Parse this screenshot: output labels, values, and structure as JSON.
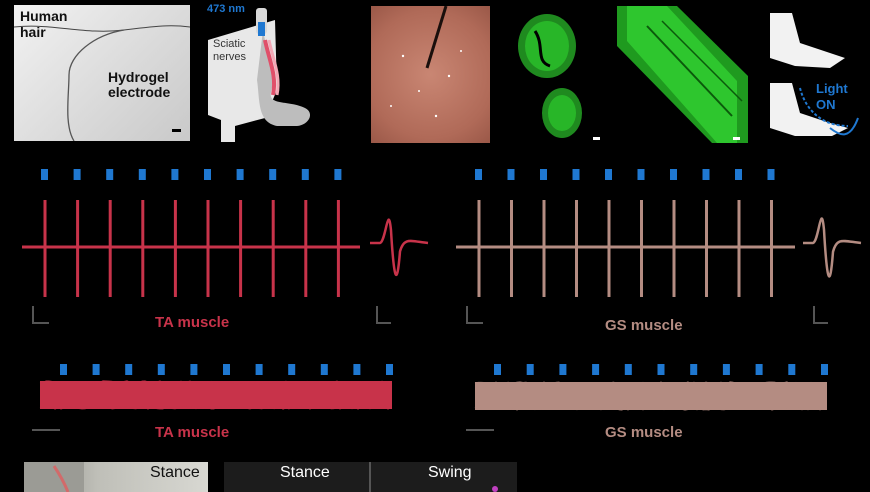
{
  "panels": {
    "hair": {
      "label_human": "Human",
      "label_hair": "hair",
      "label_hydrogel": "Hydrogel",
      "label_electrode": "electrode"
    },
    "sciatic": {
      "wavelength": "473 nm",
      "label_sciatic": "Sciatic",
      "label_nerves": "nerves"
    },
    "light": {
      "label_light": "Light",
      "label_on": "ON"
    }
  },
  "recordings": {
    "ta_label": "TA muscle",
    "gs_label": "GS muscle",
    "pulse_count_top": 10,
    "pulse_count_bottom": 11
  },
  "gait": {
    "photo_stance": "Stance",
    "bar_stance": "Stance",
    "bar_swing": "Swing"
  },
  "colors": {
    "ta": "#c8334a",
    "gs": "#b48c82",
    "light_blue": "#1f78d1",
    "fluor_green": "#2fd42f"
  }
}
